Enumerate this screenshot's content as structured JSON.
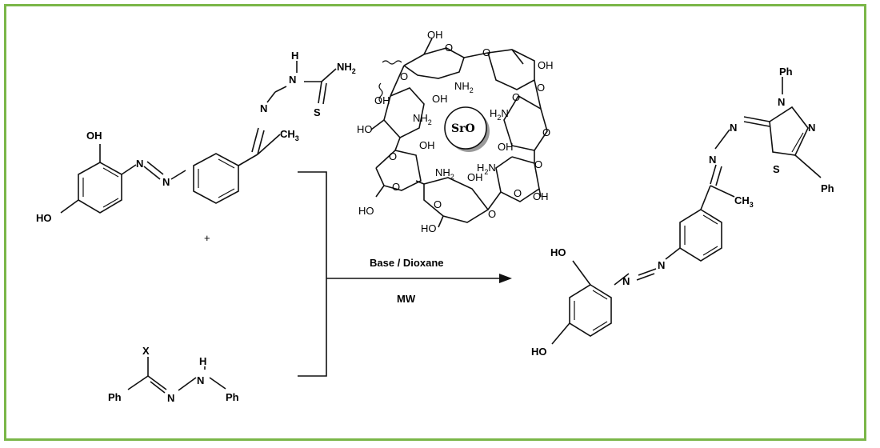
{
  "conditions": {
    "reagent_label": "Base / Dioxane",
    "method_label": "MW"
  },
  "plus_sign": "+",
  "reactant_thiosemicarbazone": {
    "atoms": {
      "oh_top": "OH",
      "oh_bottom": "HO",
      "n1": "N",
      "n2": "N",
      "imine_n": "N",
      "nh_n": "N",
      "nh_h": "H",
      "nh2": "NH",
      "nh2_sub": "2",
      "s": "S",
      "ch3": "CH",
      "ch3_sub": "3"
    }
  },
  "reactant_hydrazonoyl": {
    "atoms": {
      "x": "X",
      "ph_left": "Ph",
      "n_imine": "N",
      "n_h": "N",
      "h": "H",
      "ph_right": "Ph"
    }
  },
  "catalyst": {
    "center_label": "SrO",
    "atoms": {
      "oh1": "OH",
      "o1": "O",
      "o2": "O",
      "o3": "O",
      "oh2": "OH",
      "nh2a": "NH",
      "nh2a_sub": "2",
      "oh3": "OH",
      "o4": "O",
      "h2n_a": "H",
      "h2n_a_sub": "2",
      "h2n_a_n": "N",
      "o5": "O",
      "nh2b": "NH",
      "nh2b_sub": "2",
      "oh4": "OH",
      "ho1": "HO",
      "o6": "O",
      "oh5": "OH",
      "nh2c": "NH",
      "nh2c_sub": "2",
      "oh6": "OH",
      "h2n_b": "H",
      "h2n_b_sub": "2",
      "h2n_b_n": "N",
      "o7": "O",
      "o8": "O",
      "oh7": "OH",
      "o9": "O",
      "ho2": "HO",
      "o10": "O",
      "o11": "O",
      "ho3": "HO",
      "oh8": "OH",
      "o12": "O"
    }
  },
  "product": {
    "atoms": {
      "ph_top": "Ph",
      "n_ring_top": "N",
      "n_ring_right": "N",
      "s_ring": "S",
      "ph_right": "Ph",
      "n_exo": "N",
      "n_hydrazone": "N",
      "ch3": "CH",
      "ch3_sub": "3",
      "n_azo1": "N",
      "n_azo2": "N",
      "oh_top": "HO",
      "oh_bottom": "HO"
    }
  }
}
